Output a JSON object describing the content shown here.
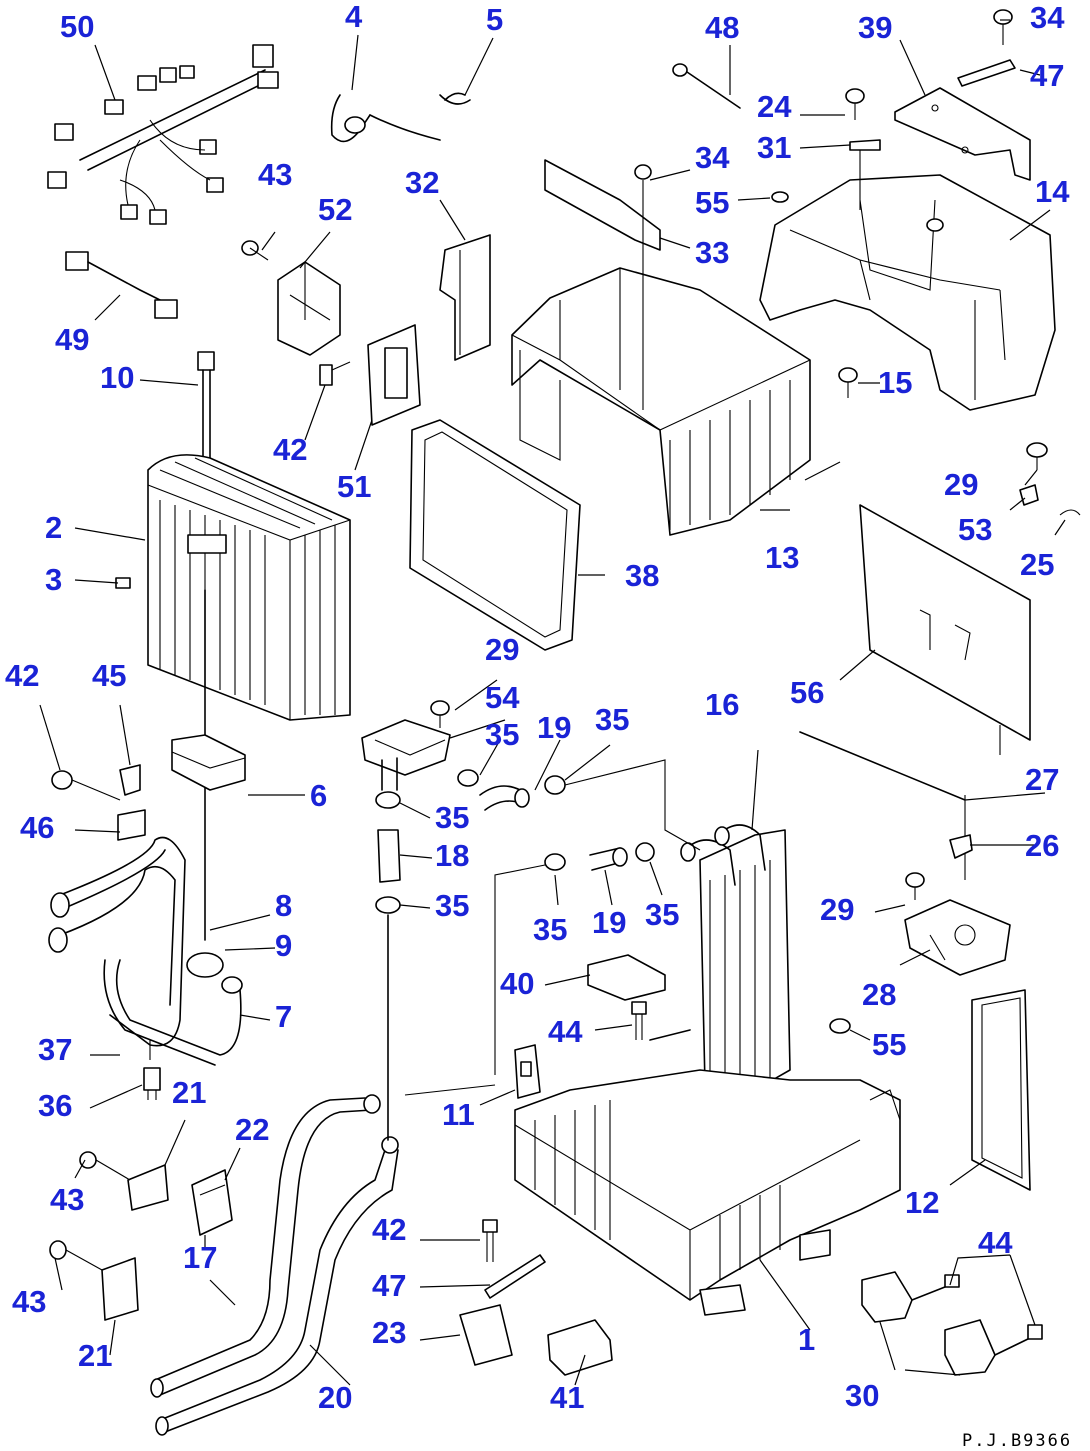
{
  "figure_code": "P.J.B9366",
  "colors": {
    "label": "#1a23d6",
    "line": "#000000",
    "background": "#ffffff"
  },
  "labels": {
    "c1": "1",
    "c2": "2",
    "c3": "3",
    "c4": "4",
    "c5": "5",
    "c6": "6",
    "c7": "7",
    "c8": "8",
    "c9": "9",
    "c10": "10",
    "c11": "11",
    "c12": "12",
    "c13": "13",
    "c14": "14",
    "c15": "15",
    "c16": "16",
    "c17": "17",
    "c18": "18",
    "c19a": "19",
    "c19b": "19",
    "c20": "20",
    "c21a": "21",
    "c21b": "21",
    "c22": "22",
    "c23": "23",
    "c24": "24",
    "c25": "25",
    "c26": "26",
    "c27": "27",
    "c28": "28",
    "c29a": "29",
    "c29b": "29",
    "c29c": "29",
    "c30": "30",
    "c31": "31",
    "c32": "32",
    "c33": "33",
    "c34a": "34",
    "c34b": "34",
    "c35a": "35",
    "c35b": "35",
    "c35c": "35",
    "c35d": "35",
    "c35e": "35",
    "c35f": "35",
    "c36": "36",
    "c37": "37",
    "c38": "38",
    "c39": "39",
    "c40": "40",
    "c41": "41",
    "c42a": "42",
    "c42b": "42",
    "c42c": "42",
    "c43a": "43",
    "c43b": "43",
    "c43c": "43",
    "c44a": "44",
    "c44b": "44",
    "c45": "45",
    "c46": "46",
    "c47a": "47",
    "c47b": "47",
    "c48": "48",
    "c49": "49",
    "c50": "50",
    "c51": "51",
    "c52": "52",
    "c53": "53",
    "c54": "54",
    "c55a": "55",
    "c55b": "55",
    "c56": "56"
  }
}
